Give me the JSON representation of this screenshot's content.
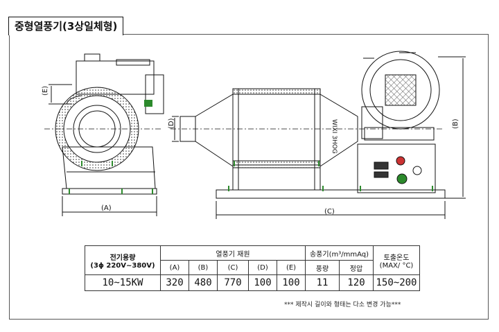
{
  "title": "중형열풍기(3상일체형)",
  "dims": {
    "E": "(E)",
    "A": "(A)",
    "D": "(D)",
    "C": "(C)",
    "B": "(B)"
  },
  "drawing_text": {
    "unit_label": "WIXI 3HOG"
  },
  "spec_table": {
    "power_header_line1": "전기용량",
    "power_header_line2": "(3ϕ 220V~380V)",
    "dim_group_header": "열풍기 재원",
    "airflow_group_header": "송풍기(m³/mmAq)",
    "temp_header_line1": "토출온도",
    "temp_header_line2": "(MAX/ °C)",
    "dim_cols": [
      "(A)",
      "(B)",
      "(C)",
      "(D)",
      "(E)"
    ],
    "airflow_cols": [
      "풍량",
      "정압"
    ],
    "row": {
      "power": "10~15KW",
      "A": "320",
      "B": "480",
      "C": "770",
      "D": "100",
      "E": "100",
      "flow": "11",
      "pressure": "120",
      "temp": "150~200"
    }
  },
  "note": "*** 제작시 길이와 형태는 다소 변경 가능***"
}
